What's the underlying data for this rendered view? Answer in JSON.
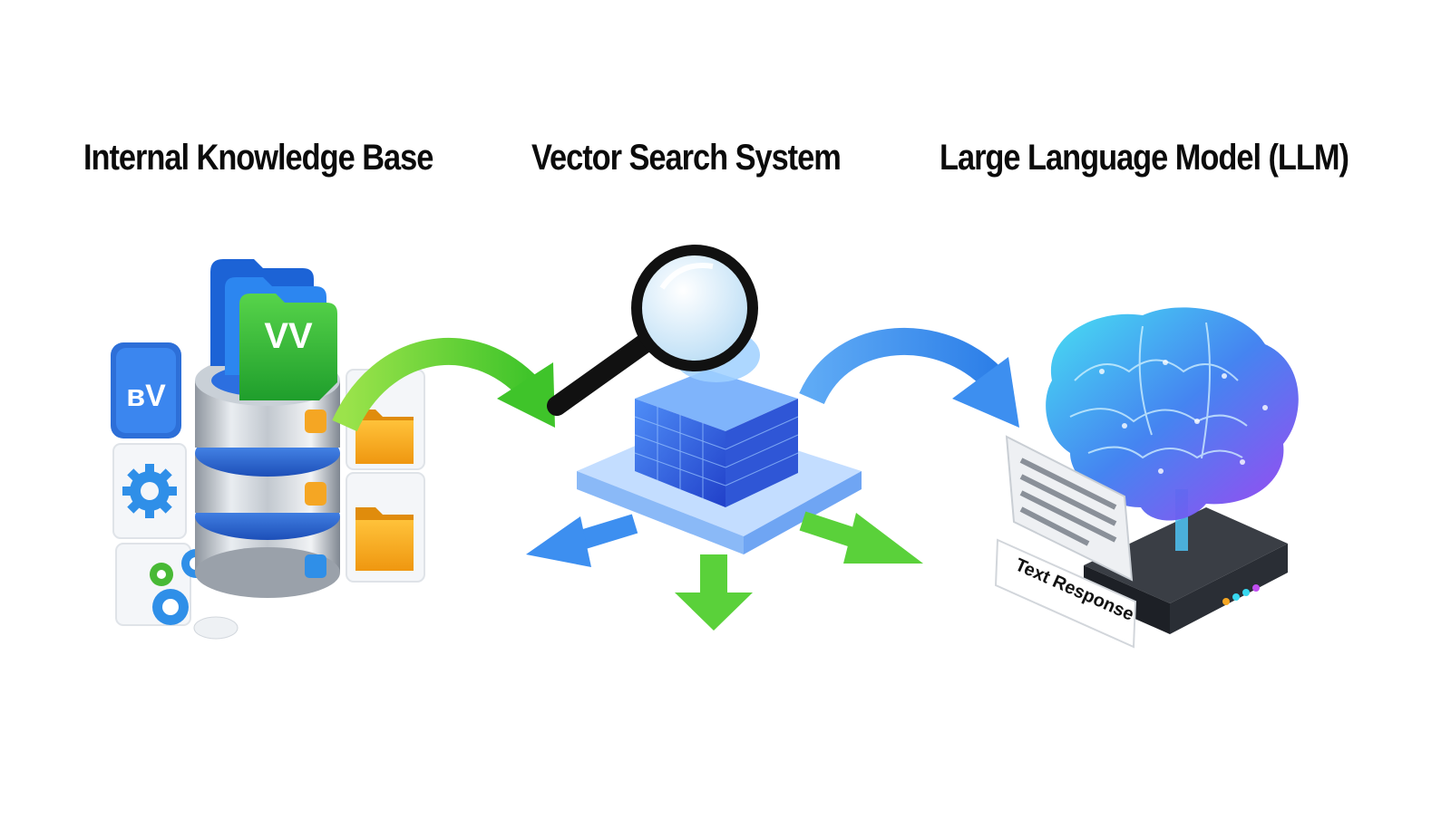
{
  "titles": {
    "knowledge_base": "Internal Knowledge Base",
    "vector_search": "Vector Search System",
    "llm": "Large Language Model (LLM)"
  },
  "knowledge_base": {
    "folder_tab_label": "VV",
    "profile_card_label": "вV"
  },
  "llm": {
    "response_label": "Text Response"
  },
  "colors": {
    "green_arrow": "#6ad43a",
    "blue_arrow": "#3d8ff0",
    "db_blue": "#2c6fe0",
    "folder_orange": "#f5a623",
    "brain_cyan": "#38d8f0",
    "brain_purple": "#8a3ff0"
  }
}
